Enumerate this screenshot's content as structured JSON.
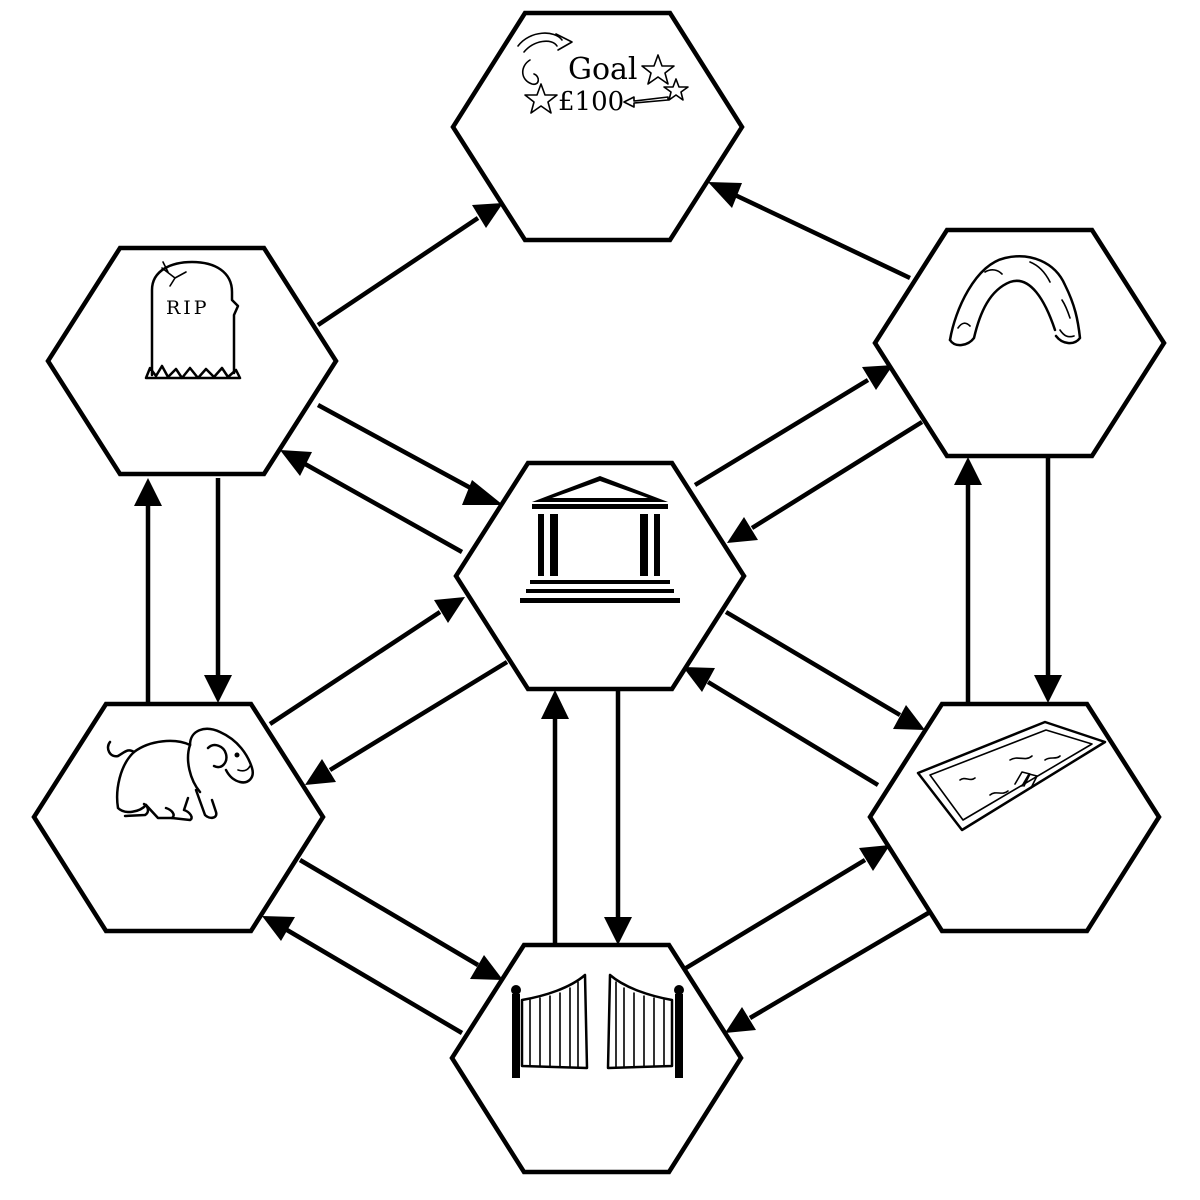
{
  "nodes": [
    {
      "id": "goal",
      "icon": "goal-stars-icon",
      "text_goal": "Goal",
      "text_amount": "£100"
    },
    {
      "id": "grave",
      "icon": "gravestone-icon",
      "text": "RIP"
    },
    {
      "id": "cave",
      "icon": "cave-icon"
    },
    {
      "id": "bank",
      "icon": "bank-building-icon"
    },
    {
      "id": "lion",
      "icon": "lion-icon"
    },
    {
      "id": "pool",
      "icon": "swimming-pool-icon"
    },
    {
      "id": "gate",
      "icon": "gate-icon"
    }
  ],
  "edges": [
    {
      "from": "grave",
      "to": "goal"
    },
    {
      "from": "cave",
      "to": "goal"
    },
    {
      "from": "grave",
      "to": "bank"
    },
    {
      "from": "bank",
      "to": "grave"
    },
    {
      "from": "bank",
      "to": "cave"
    },
    {
      "from": "cave",
      "to": "bank"
    },
    {
      "from": "grave",
      "to": "lion"
    },
    {
      "from": "lion",
      "to": "grave"
    },
    {
      "from": "cave",
      "to": "pool"
    },
    {
      "from": "pool",
      "to": "cave"
    },
    {
      "from": "lion",
      "to": "bank"
    },
    {
      "from": "bank",
      "to": "lion"
    },
    {
      "from": "bank",
      "to": "pool"
    },
    {
      "from": "pool",
      "to": "bank"
    },
    {
      "from": "gate",
      "to": "bank"
    },
    {
      "from": "bank",
      "to": "gate"
    },
    {
      "from": "lion",
      "to": "gate"
    },
    {
      "from": "gate",
      "to": "lion"
    },
    {
      "from": "gate",
      "to": "pool"
    },
    {
      "from": "pool",
      "to": "gate"
    }
  ]
}
